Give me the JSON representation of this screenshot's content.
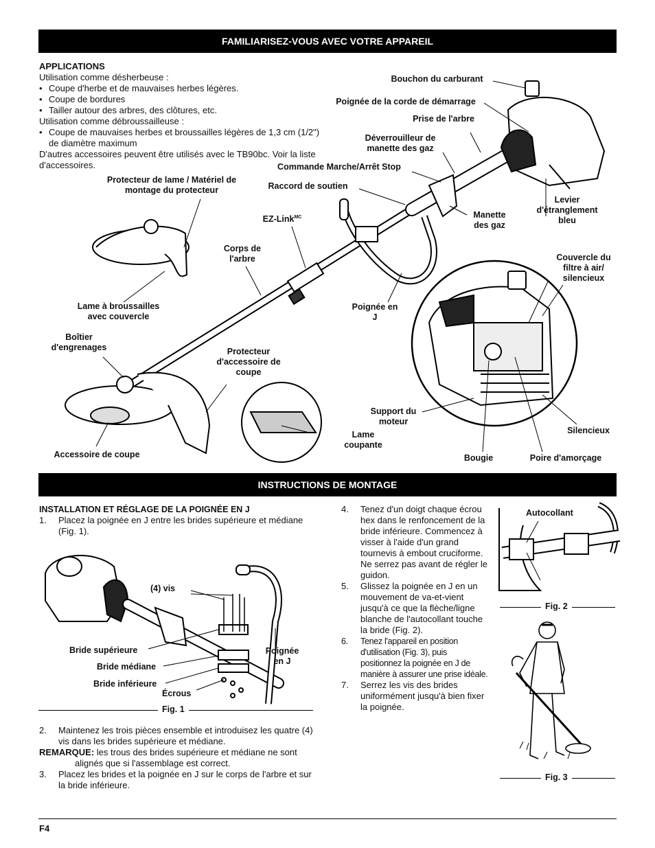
{
  "section1": {
    "title": "FAMILIARISEZ-VOUS AVEC VOTRE APPAREIL",
    "applications": {
      "heading": "APPLICATIONS",
      "line1": "Utilisation comme désherbeuse  :",
      "b1": "Coupe d'herbe et de mauvaises herbes légères.",
      "b2": "Coupe de bordures",
      "b3": "Tailler autour des arbres, des clôtures, etc.",
      "line2": "Utilisation comme débroussailleuse :",
      "b4": "Coupe de mauvaises herbes et broussailles légères de 1,3 cm (1/2\") de diamètre maximum",
      "line3": "D'autres accessoires peuvent être utilisés avec le TB90bc. Voir la liste d'accessoires."
    },
    "labels": {
      "fuel_cap": "Bouchon du carburant",
      "starter_rope": "Poignée de la corde de démarrage",
      "shaft_grip": "Prise de l'arbre",
      "throttle_lockout": "Déverrouilleur de manette des gaz",
      "stop_switch": "Commande Marche/Arrêt Stop",
      "support_fitting": "Raccord de soutien",
      "throttle": "Manette des gaz",
      "choke": "Levier d'étranglement bleu",
      "blade_guard": "Protecteur de lame / Matériel de montage du protecteur",
      "ezlink": "EZ-Link",
      "ezlink_sup": "MC",
      "shaft_body": "Corps de l'arbre",
      "air_filter": "Couvercle du filtre à air/ silencieux",
      "brush_blade": "Lame à broussailles avec couvercle",
      "j_handle": "Poignée en J",
      "gearbox": "Boîtier d'engrenages",
      "attach_guard": "Protecteur d'accessoire de coupe",
      "engine_support": "Support du moteur",
      "cutting_blade": "Lame coupante",
      "muffler": "Silencieux",
      "cutting_attach": "Accessoire de coupe",
      "spark_plug": "Bougie",
      "primer": "Poire d'amorçage"
    }
  },
  "section2": {
    "title": "INSTRUCTIONS DE MONTAGE",
    "heading": "INSTALLATION ET RÉGLAGE DE LA POIGNÉE EN J",
    "s1n": "1.",
    "s1": "Placez la poignée en J entre les brides supérieure et médiane (Fig. 1).",
    "fig1": {
      "screws": "(4) vis",
      "upper": "Bride supérieure",
      "middle": "Bride médiane",
      "lower": "Bride inférieure",
      "nuts": "Écrous",
      "jhandle": "Poignée en J",
      "caption": "Fig. 1"
    },
    "s2n": "2.",
    "s2": "Maintenez les trois pièces ensemble et introduisez les quatre (4) vis dans les brides supérieure et médiane.",
    "note_label": "REMARQUE:",
    "note": "les trous des brides supérieure et médiane ne sont alignés que si l'assemblage est correct.",
    "s3n": "3.",
    "s3": "Placez les brides et la poignée en J sur le corps de l'arbre et sur la bride inférieure.",
    "s4n": "4.",
    "s4": "Tenez d'un doigt chaque écrou hex dans le renfoncement de la bride inférieure. Commencez à visser à l'aide d'un grand tournevis à embout cruciforme. Ne serrez pas avant de régler le guidon.",
    "s5n": "5.",
    "s5": "Glissez la poignée en J en un mouvement de va-et-vient jusqu'à ce que la flèche/ligne blanche de l'autocollant touche la bride (Fig. 2).",
    "s6n": "6.",
    "s6": "Tenez l'appareil en position d'utilisation (Fig. 3), puis positionnez la poignée en J de manière à assurer une prise idéale.",
    "s7n": "7.",
    "s7": "Serrez les vis des brides uniformément jusqu'à bien fixer la poignée.",
    "fig2": {
      "sticker": "Autocollant",
      "caption": "Fig. 2"
    },
    "fig3": {
      "caption": "Fig. 3"
    }
  },
  "footer": {
    "page": "F4"
  }
}
